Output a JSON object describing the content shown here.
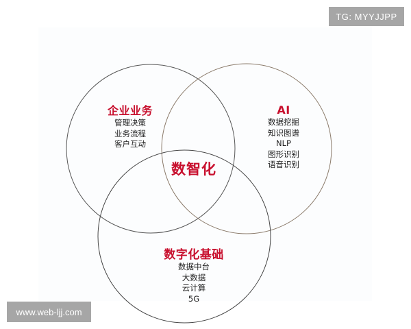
{
  "watermarks": {
    "top_right": "TG: MYYJJPP",
    "bottom_left": "www.web-ljj.com"
  },
  "diagram": {
    "type": "venn",
    "center_label": "数智化",
    "circles": [
      {
        "title": "企业业务",
        "items": [
          "管理决策",
          "业务流程",
          "客户互动"
        ]
      },
      {
        "title": "AI",
        "items": [
          "数据挖掘",
          "知识图谱",
          "NLP",
          "图形识别",
          "语音识别"
        ]
      },
      {
        "title": "数字化基础",
        "items": [
          "数据中台",
          "大数据",
          "云计算",
          "5G"
        ]
      }
    ]
  },
  "colors": {
    "accent_red": "#c8102e",
    "text": "#222222",
    "circle_stroke": "#555555",
    "watermark_bg": "#a6a6a6"
  }
}
